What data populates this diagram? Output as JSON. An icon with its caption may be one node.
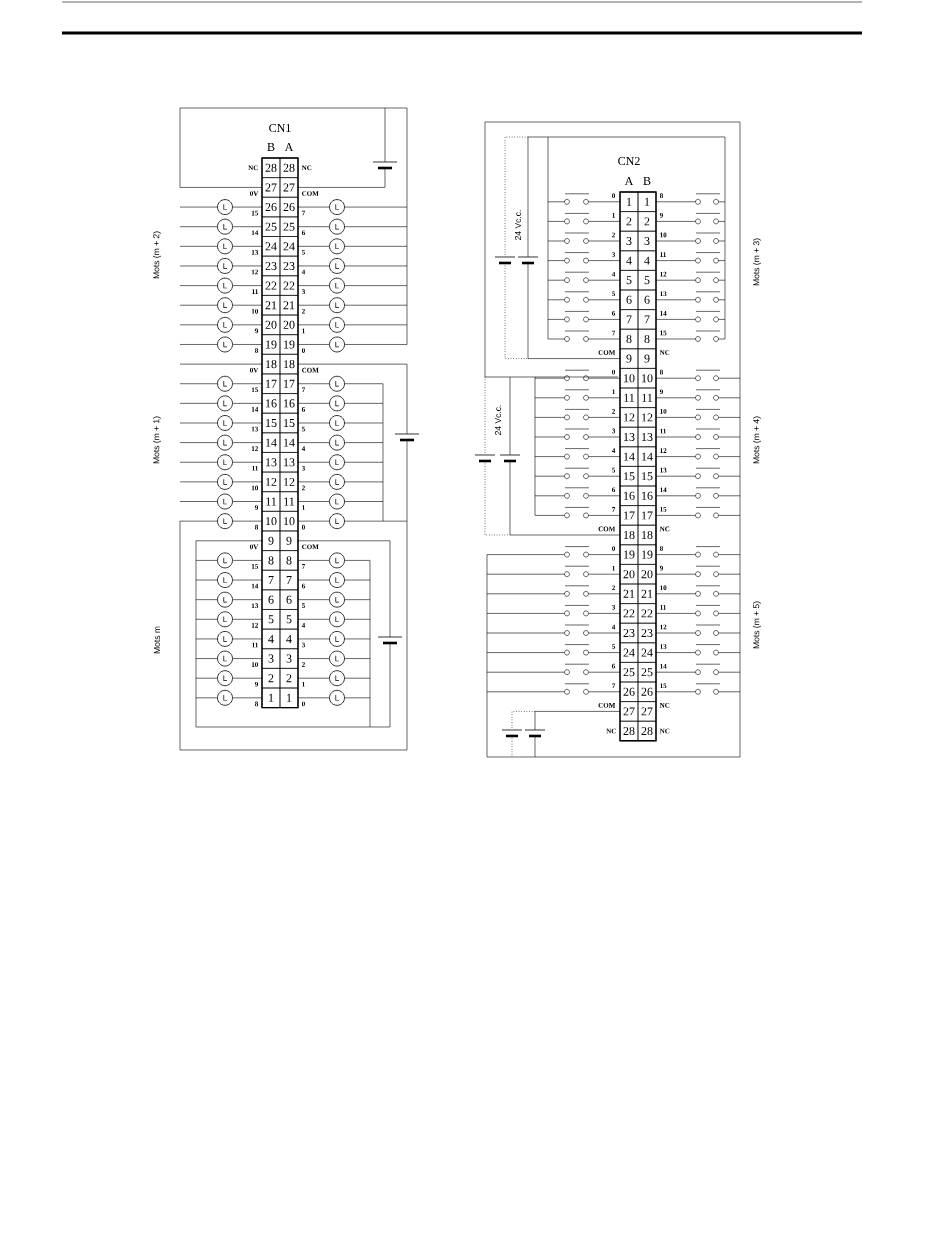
{
  "diagram": {
    "nodes": [
      {
        "text": [
          "CN1"
        ]
      },
      {
        "text": [
          "28"
        ],
        "in": 0
      },
      {
        "text": [
          "28"
        ],
        "in": 0
      },
      {
        "text": [
          "27"
        ],
        "in": 0
      },
      {
        "text": [
          "27"
        ],
        "in": 0
      },
      {
        "text": [
          "26"
        ],
        "in": 0
      },
      {
        "text": [
          "26"
        ],
        "in": 0
      },
      {
        "text": [
          "25"
        ],
        "in": 0
      },
      {
        "text": [
          "25"
        ],
        "in": 0
      },
      {
        "text": [
          "24"
        ],
        "in": 0
      },
      {
        "text": [
          "24"
        ],
        "in": 0
      },
      {
        "text": [
          "23"
        ],
        "in": 0
      },
      {
        "text": [
          "23"
        ],
        "in": 0
      },
      {
        "text": [
          "22"
        ],
        "in": 0
      },
      {
        "text": [
          "22"
        ],
        "in": 0
      },
      {
        "text": [
          "21"
        ],
        "in": 0
      },
      {
        "text": [
          "21"
        ],
        "in": 0
      },
      {
        "text": [
          "20"
        ],
        "in": 0
      },
      {
        "text": [
          "20"
        ],
        "in": 0
      },
      {
        "text": [
          "19"
        ],
        "in": 0
      },
      {
        "text": [
          "19"
        ],
        "in": 0
      },
      {
        "text": [
          "18"
        ],
        "in": 0
      },
      {
        "text": [
          "18"
        ],
        "in": 0
      },
      {
        "text": [
          "17"
        ],
        "in": 0
      },
      {
        "text": [
          "17"
        ],
        "in": 0
      },
      {
        "text": [
          "16"
        ],
        "in": 0
      },
      {
        "text": [
          "16"
        ],
        "in": 0
      },
      {
        "text": [
          "15"
        ],
        "in": 0
      },
      {
        "text": [
          "15"
        ],
        "in": 0
      },
      {
        "text": [
          "14"
        ],
        "in": 0
      },
      {
        "text": [
          "14"
        ],
        "in": 0
      },
      {
        "text": [
          "13"
        ],
        "in": 0
      },
      {
        "text": [
          "13"
        ],
        "in": 0
      },
      {
        "text": [
          "12"
        ],
        "in": 0
      },
      {
        "text": [
          "12"
        ],
        "in": 0
      },
      {
        "text": [
          "11"
        ],
        "in": 0
      },
      {
        "text": [
          "11"
        ],
        "in": 0
      },
      {
        "text": [
          "10"
        ],
        "in": 0
      },
      {
        "text": [
          "10"
        ],
        "in": 0
      },
      {
        "text": [
          "9"
        ],
        "in": 0
      },
      {
        "text": [
          "9"
        ],
        "in": 0
      },
      {
        "text": [
          "8"
        ],
        "in": 0
      },
      {
        "text": [
          "8"
        ],
        "in": 0
      },
      {
        "text": [
          "7"
        ],
        "in": 0
      },
      {
        "text": [
          "7"
        ],
        "in": 0
      },
      {
        "text": [
          "6"
        ],
        "in": 0
      },
      {
        "text": [
          "6"
        ],
        "in": 0
      },
      {
        "text": [
          "5"
        ],
        "in": 0
      },
      {
        "text": [
          "5"
        ],
        "in": 0
      },
      {
        "text": [
          "4"
        ],
        "in": 0
      },
      {
        "text": [
          "4"
        ],
        "in": 0
      },
      {
        "text": [
          "3"
        ],
        "in": 0
      },
      {
        "text": [
          "3"
        ],
        "in": 0
      },
      {
        "text": [
          "2"
        ],
        "in": 0
      },
      {
        "text": [
          "2"
        ],
        "in": 0
      },
      {
        "text": [
          "1"
        ],
        "in": 0
      },
      {
        "text": [
          "1"
        ],
        "in": 0
      },
      {
        "text": [
          "CN2"
        ]
      },
      {
        "text": [
          "1"
        ],
        "in": 57
      },
      {
        "text": [
          "1"
        ],
        "in": 57
      },
      {
        "text": [
          "2"
        ],
        "in": 57
      },
      {
        "text": [
          "2"
        ],
        "in": 57
      },
      {
        "text": [
          "3"
        ],
        "in": 57
      },
      {
        "text": [
          "3"
        ],
        "in": 57
      },
      {
        "text": [
          "4"
        ],
        "in": 57
      },
      {
        "text": [
          "4"
        ],
        "in": 57
      },
      {
        "text": [
          "5"
        ],
        "in": 57
      },
      {
        "text": [
          "5"
        ],
        "in": 57
      },
      {
        "text": [
          "6"
        ],
        "in": 57
      },
      {
        "text": [
          "6"
        ],
        "in": 57
      },
      {
        "text": [
          "7"
        ],
        "in": 57
      },
      {
        "text": [
          "7"
        ],
        "in": 57
      },
      {
        "text": [
          "8"
        ],
        "in": 57
      },
      {
        "text": [
          "8"
        ],
        "in": 57
      },
      {
        "text": [
          "9"
        ],
        "in": 57
      },
      {
        "text": [
          "9"
        ],
        "in": 57
      },
      {
        "text": [
          "10"
        ],
        "in": 57
      },
      {
        "text": [
          "10"
        ],
        "in": 57
      },
      {
        "text": [
          "11"
        ],
        "in": 57
      },
      {
        "text": [
          "11"
        ],
        "in": 57
      },
      {
        "text": [
          "12"
        ],
        "in": 57
      },
      {
        "text": [
          "12"
        ],
        "in": 57
      },
      {
        "text": [
          "13"
        ],
        "in": 57
      },
      {
        "text": [
          "13"
        ],
        "in": 57
      },
      {
        "text": [
          "14"
        ],
        "in": 57
      },
      {
        "text": [
          "14"
        ],
        "in": 57
      },
      {
        "text": [
          "15"
        ],
        "in": 57
      },
      {
        "text": [
          "15"
        ],
        "in": 57
      },
      {
        "text": [
          "16"
        ],
        "in": 57
      },
      {
        "text": [
          "16"
        ],
        "in": 57
      },
      {
        "text": [
          "17"
        ],
        "in": 57
      },
      {
        "text": [
          "17"
        ],
        "in": 57
      },
      {
        "text": [
          "18"
        ],
        "in": 57
      },
      {
        "text": [
          "18"
        ],
        "in": 57
      },
      {
        "text": [
          "19"
        ],
        "in": 57
      },
      {
        "text": [
          "19"
        ],
        "in": 57
      },
      {
        "text": [
          "20"
        ],
        "in": 57
      },
      {
        "text": [
          "20"
        ],
        "in": 57
      },
      {
        "text": [
          "21"
        ],
        "in": 57
      },
      {
        "text": [
          "21"
        ],
        "in": 57
      },
      {
        "text": [
          "22"
        ],
        "in": 57
      },
      {
        "text": [
          "22"
        ],
        "in": 57
      },
      {
        "text": [
          "23"
        ],
        "in": 57
      },
      {
        "text": [
          "23"
        ],
        "in": 57
      },
      {
        "text": [
          "24"
        ],
        "in": 57
      },
      {
        "text": [
          "24"
        ],
        "in": 57
      },
      {
        "text": [
          "25"
        ],
        "in": 57
      },
      {
        "text": [
          "25"
        ],
        "in": 57
      },
      {
        "text": [
          "26"
        ],
        "in": 57
      },
      {
        "text": [
          "26"
        ],
        "in": 57
      },
      {
        "text": [
          "27"
        ],
        "in": 57
      },
      {
        "text": [
          "27"
        ],
        "in": 57
      },
      {
        "text": [
          "28"
        ],
        "in": 57
      },
      {
        "text": [
          "28"
        ],
        "in": 57
      },
      {
        "text": [
          "L"
        ]
      },
      {
        "text": [
          "L"
        ]
      },
      {
        "text": [
          "L"
        ]
      },
      {
        "text": [
          "L"
        ]
      },
      {
        "text": [
          "L"
        ]
      },
      {
        "text": [
          "L"
        ]
      },
      {
        "text": [
          "L"
        ]
      },
      {
        "text": [
          "L"
        ]
      },
      {
        "text": [
          "L"
        ]
      },
      {
        "text": [
          "L"
        ]
      },
      {
        "text": [
          "L"
        ]
      },
      {
        "text": [
          "L"
        ]
      },
      {
        "text": [
          "L"
        ]
      },
      {
        "text": [
          "L"
        ]
      },
      {
        "text": [
          "L"
        ]
      },
      {
        "text": [
          "L"
        ]
      },
      {
        "text": [
          "L"
        ]
      },
      {
        "text": [
          "L"
        ]
      },
      {
        "text": [
          "L"
        ]
      },
      {
        "text": [
          "L"
        ]
      },
      {
        "text": [
          "L"
        ]
      },
      {
        "text": [
          "L"
        ]
      },
      {
        "text": [
          "L"
        ]
      },
      {
        "text": [
          "L"
        ]
      },
      {
        "text": [
          "L"
        ]
      },
      {
        "text": [
          "L"
        ]
      },
      {
        "text": [
          "L"
        ]
      },
      {
        "text": [
          "L"
        ]
      },
      {
        "text": [
          "L"
        ]
      },
      {
        "text": [
          "L"
        ]
      },
      {
        "text": [
          "L"
        ]
      },
      {
        "text": [
          "L"
        ]
      },
      {
        "text": [
          "L"
        ]
      },
      {
        "text": [
          "L"
        ]
      },
      {
        "text": [
          "L"
        ]
      },
      {
        "text": [
          "L"
        ]
      },
      {
        "text": [
          "L"
        ]
      },
      {
        "text": [
          "L"
        ]
      },
      {
        "text": [
          "L"
        ]
      },
      {
        "text": [
          "L"
        ]
      },
      {
        "text": [
          "L"
        ]
      },
      {
        "text": [
          "L"
        ]
      },
      {
        "text": [
          "L"
        ]
      },
      {
        "text": [
          "L"
        ]
      },
      {
        "text": [
          "L"
        ]
      },
      {
        "text": [
          "L"
        ]
      },
      {
        "text": [
          "L"
        ]
      },
      {
        "text": [
          "L"
        ]
      }
    ],
    "edges": [
      {
        "from": 114,
        "to": 5,
        "arrow": "none"
      },
      {
        "from": 115,
        "to": 6,
        "arrow": "none"
      },
      {
        "from": 116,
        "to": 7,
        "arrow": "none"
      },
      {
        "from": 117,
        "to": 8,
        "arrow": "none"
      },
      {
        "from": 118,
        "to": 9,
        "arrow": "none"
      },
      {
        "from": 119,
        "to": 10,
        "arrow": "none"
      },
      {
        "from": 120,
        "to": 11,
        "arrow": "none"
      },
      {
        "from": 121,
        "to": 12,
        "arrow": "none"
      },
      {
        "from": 122,
        "to": 13,
        "arrow": "none"
      },
      {
        "from": 123,
        "to": 14,
        "arrow": "none"
      },
      {
        "from": 124,
        "to": 15,
        "arrow": "none"
      },
      {
        "from": 125,
        "to": 16,
        "arrow": "none"
      },
      {
        "from": 126,
        "to": 17,
        "arrow": "none"
      },
      {
        "from": 127,
        "to": 18,
        "arrow": "none"
      },
      {
        "from": 128,
        "to": 19,
        "arrow": "none"
      },
      {
        "from": 129,
        "to": 20,
        "arrow": "none"
      },
      {
        "from": 130,
        "to": 23,
        "arrow": "none"
      },
      {
        "from": 131,
        "to": 24,
        "arrow": "none"
      },
      {
        "from": 132,
        "to": 25,
        "arrow": "none"
      },
      {
        "from": 133,
        "to": 26,
        "arrow": "none"
      },
      {
        "from": 134,
        "to": 27,
        "arrow": "none"
      },
      {
        "from": 135,
        "to": 28,
        "arrow": "none"
      },
      {
        "from": 136,
        "to": 29,
        "arrow": "none"
      },
      {
        "from": 137,
        "to": 30,
        "arrow": "none"
      },
      {
        "from": 138,
        "to": 31,
        "arrow": "none"
      },
      {
        "from": 139,
        "to": 32,
        "arrow": "none"
      },
      {
        "from": 140,
        "to": 33,
        "arrow": "none"
      },
      {
        "from": 141,
        "to": 34,
        "arrow": "none"
      },
      {
        "from": 142,
        "to": 35,
        "arrow": "none"
      },
      {
        "from": 143,
        "to": 36,
        "arrow": "none"
      },
      {
        "from": 144,
        "to": 37,
        "arrow": "none"
      },
      {
        "from": 145,
        "to": 38,
        "arrow": "none"
      },
      {
        "from": 146,
        "to": 41,
        "arrow": "none"
      },
      {
        "from": 147,
        "to": 42,
        "arrow": "none"
      },
      {
        "from": 148,
        "to": 43,
        "arrow": "none"
      },
      {
        "from": 149,
        "to": 44,
        "arrow": "none"
      },
      {
        "from": 150,
        "to": 45,
        "arrow": "none"
      },
      {
        "from": 151,
        "to": 46,
        "arrow": "none"
      },
      {
        "from": 152,
        "to": 47,
        "arrow": "none"
      },
      {
        "from": 153,
        "to": 48,
        "arrow": "none"
      },
      {
        "from": 154,
        "to": 49,
        "arrow": "none"
      },
      {
        "from": 155,
        "to": 50,
        "arrow": "none"
      },
      {
        "from": 156,
        "to": 51,
        "arrow": "none"
      },
      {
        "from": 157,
        "to": 52,
        "arrow": "none"
      },
      {
        "from": 158,
        "to": 53,
        "arrow": "none"
      },
      {
        "from": 159,
        "to": 54,
        "arrow": "none"
      },
      {
        "from": 160,
        "to": 55,
        "arrow": "none"
      },
      {
        "from": 161,
        "to": 56,
        "arrow": "none"
      }
    ],
    "labels": [
      "B",
      "A",
      "NC",
      "NC",
      "0V",
      "COM",
      "15",
      "7",
      "14",
      "6",
      "13",
      "5",
      "12",
      "4",
      "11",
      "3",
      "10",
      "2",
      "9",
      "1",
      "8",
      "0",
      "0V",
      "COM",
      "15",
      "7",
      "14",
      "6",
      "13",
      "5",
      "12",
      "4",
      "11",
      "3",
      "10",
      "2",
      "9",
      "1",
      "8",
      "0",
      "0V",
      "COM",
      "15",
      "7",
      "14",
      "6",
      "13",
      "5",
      "12",
      "4",
      "11",
      "3",
      "10",
      "2",
      "9",
      "1",
      "8",
      "0",
      "Mots (m + 2)",
      "Mots (m + 1)",
      "Mots m",
      "A",
      "B",
      "0",
      "8",
      "1",
      "9",
      "2",
      "10",
      "3",
      "11",
      "4",
      "12",
      "5",
      "13",
      "6",
      "14",
      "7",
      "15",
      "COM",
      "NC",
      "0",
      "8",
      "1",
      "9",
      "2",
      "10",
      "3",
      "11",
      "4",
      "12",
      "5",
      "13",
      "6",
      "14",
      "7",
      "15",
      "COM",
      "NC",
      "0",
      "8",
      "1",
      "9",
      "2",
      "10",
      "3",
      "11",
      "4",
      "12",
      "5",
      "13",
      "6",
      "14",
      "7",
      "15",
      "COM",
      "NC",
      "NC",
      "NC",
      "24 Vc.c.",
      "24 Vc.c.",
      "Mots (m + 3)",
      "Mots (m + 4)",
      "Mots (m + 5)"
    ]
  }
}
